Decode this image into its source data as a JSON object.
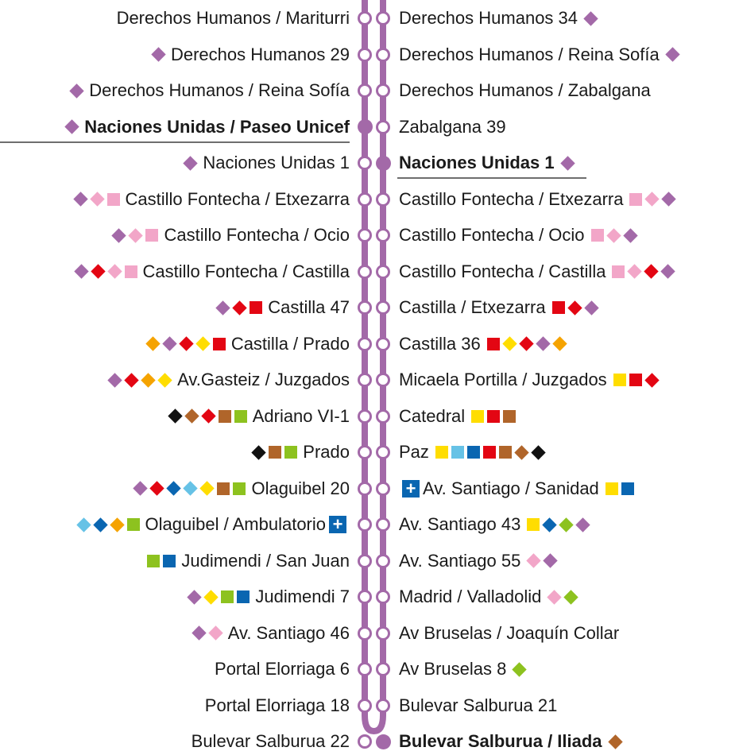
{
  "line_color": "#a369a8",
  "marker_colors": {
    "purple": "#a369a8",
    "pink": "#f2a6c8",
    "red": "#e30613",
    "orange": "#f5a300",
    "yellow": "#ffdd00",
    "green": "#8dc21f",
    "blue": "#0a66b1",
    "skyblue": "#66c2e6",
    "brown": "#b0652a",
    "black": "#111111"
  },
  "left_stops": [
    {
      "name": "Derechos Humanos / Mariturri",
      "marks": []
    },
    {
      "name": "Derechos Humanos 29",
      "marks": [
        {
          "s": "d",
          "c": "purple"
        }
      ]
    },
    {
      "name": "Derechos Humanos / Reina Sofía",
      "marks": [
        {
          "s": "d",
          "c": "purple"
        }
      ]
    },
    {
      "name": "Naciones Unidas / Paseo Unicef",
      "bold": true,
      "marks": [
        {
          "s": "d",
          "c": "purple"
        }
      ]
    },
    {
      "name": "Naciones Unidas 1",
      "marks": [
        {
          "s": "d",
          "c": "purple"
        }
      ]
    },
    {
      "name": "Castillo Fontecha / Etxezarra",
      "marks": [
        {
          "s": "d",
          "c": "purple"
        },
        {
          "s": "d",
          "c": "pink"
        },
        {
          "s": "q",
          "c": "pink"
        }
      ]
    },
    {
      "name": "Castillo Fontecha / Ocio",
      "marks": [
        {
          "s": "d",
          "c": "purple"
        },
        {
          "s": "d",
          "c": "pink"
        },
        {
          "s": "q",
          "c": "pink"
        }
      ]
    },
    {
      "name": "Castillo Fontecha / Castilla",
      "marks": [
        {
          "s": "d",
          "c": "purple"
        },
        {
          "s": "d",
          "c": "red"
        },
        {
          "s": "d",
          "c": "pink"
        },
        {
          "s": "q",
          "c": "pink"
        }
      ]
    },
    {
      "name": "Castilla 47",
      "marks": [
        {
          "s": "d",
          "c": "purple"
        },
        {
          "s": "d",
          "c": "red"
        },
        {
          "s": "q",
          "c": "red"
        }
      ]
    },
    {
      "name": "Castilla / Prado",
      "marks": [
        {
          "s": "d",
          "c": "orange"
        },
        {
          "s": "d",
          "c": "purple"
        },
        {
          "s": "d",
          "c": "red"
        },
        {
          "s": "d",
          "c": "yellow"
        },
        {
          "s": "q",
          "c": "red"
        }
      ]
    },
    {
      "name": "Av.Gasteiz / Juzgados",
      "marks": [
        {
          "s": "d",
          "c": "purple"
        },
        {
          "s": "d",
          "c": "red"
        },
        {
          "s": "d",
          "c": "orange"
        },
        {
          "s": "d",
          "c": "yellow"
        }
      ]
    },
    {
      "name": "Adriano VI-1",
      "marks": [
        {
          "s": "d",
          "c": "black"
        },
        {
          "s": "d",
          "c": "brown"
        },
        {
          "s": "d",
          "c": "red"
        },
        {
          "s": "q",
          "c": "brown"
        },
        {
          "s": "q",
          "c": "green"
        }
      ]
    },
    {
      "name": "Prado",
      "marks": [
        {
          "s": "d",
          "c": "black"
        },
        {
          "s": "q",
          "c": "brown"
        },
        {
          "s": "q",
          "c": "green"
        }
      ]
    },
    {
      "name": "Olaguibel 20",
      "marks": [
        {
          "s": "d",
          "c": "purple"
        },
        {
          "s": "d",
          "c": "red"
        },
        {
          "s": "d",
          "c": "blue"
        },
        {
          "s": "d",
          "c": "skyblue"
        },
        {
          "s": "d",
          "c": "yellow"
        },
        {
          "s": "q",
          "c": "brown"
        },
        {
          "s": "q",
          "c": "green"
        }
      ]
    },
    {
      "name": "Olaguibel / Ambulatorio",
      "hospital": true,
      "marks": [
        {
          "s": "d",
          "c": "skyblue"
        },
        {
          "s": "d",
          "c": "blue"
        },
        {
          "s": "d",
          "c": "orange"
        },
        {
          "s": "q",
          "c": "green"
        }
      ]
    },
    {
      "name": "Judimendi / San Juan",
      "marks": [
        {
          "s": "q",
          "c": "green"
        },
        {
          "s": "q",
          "c": "blue"
        }
      ]
    },
    {
      "name": "Judimendi 7",
      "marks": [
        {
          "s": "d",
          "c": "purple"
        },
        {
          "s": "d",
          "c": "yellow"
        },
        {
          "s": "q",
          "c": "green"
        },
        {
          "s": "q",
          "c": "blue"
        }
      ]
    },
    {
      "name": "Av. Santiago 46",
      "marks": [
        {
          "s": "d",
          "c": "purple"
        },
        {
          "s": "d",
          "c": "pink"
        }
      ]
    },
    {
      "name": "Portal Elorriaga 6",
      "marks": []
    },
    {
      "name": "Portal Elorriaga 18",
      "marks": []
    },
    {
      "name": "Bulevar Salburua 22",
      "marks": []
    }
  ],
  "right_stops": [
    {
      "name": "Derechos Humanos 34",
      "marks": [
        {
          "s": "d",
          "c": "purple"
        }
      ]
    },
    {
      "name": "Derechos Humanos / Reina Sofía",
      "marks": [
        {
          "s": "d",
          "c": "purple"
        }
      ]
    },
    {
      "name": "Derechos Humanos / Zabalgana",
      "marks": []
    },
    {
      "name": "Zabalgana 39",
      "marks": []
    },
    {
      "name": "Naciones Unidas 1",
      "bold": true,
      "marks": [
        {
          "s": "d",
          "c": "purple"
        }
      ]
    },
    {
      "name": "Castillo Fontecha / Etxezarra",
      "marks": [
        {
          "s": "q",
          "c": "pink"
        },
        {
          "s": "d",
          "c": "pink"
        },
        {
          "s": "d",
          "c": "purple"
        }
      ]
    },
    {
      "name": "Castillo Fontecha / Ocio",
      "marks": [
        {
          "s": "q",
          "c": "pink"
        },
        {
          "s": "d",
          "c": "pink"
        },
        {
          "s": "d",
          "c": "purple"
        }
      ]
    },
    {
      "name": "Castillo Fontecha / Castilla",
      "marks": [
        {
          "s": "q",
          "c": "pink"
        },
        {
          "s": "d",
          "c": "pink"
        },
        {
          "s": "d",
          "c": "red"
        },
        {
          "s": "d",
          "c": "purple"
        }
      ]
    },
    {
      "name": "Castilla / Etxezarra",
      "marks": [
        {
          "s": "q",
          "c": "red"
        },
        {
          "s": "d",
          "c": "red"
        },
        {
          "s": "d",
          "c": "purple"
        }
      ]
    },
    {
      "name": "Castilla 36",
      "marks": [
        {
          "s": "q",
          "c": "red"
        },
        {
          "s": "d",
          "c": "yellow"
        },
        {
          "s": "d",
          "c": "red"
        },
        {
          "s": "d",
          "c": "purple"
        },
        {
          "s": "d",
          "c": "orange"
        }
      ]
    },
    {
      "name": "Micaela Portilla / Juzgados",
      "marks": [
        {
          "s": "q",
          "c": "yellow"
        },
        {
          "s": "q",
          "c": "red"
        },
        {
          "s": "d",
          "c": "red"
        }
      ]
    },
    {
      "name": "Catedral",
      "marks": [
        {
          "s": "q",
          "c": "yellow"
        },
        {
          "s": "q",
          "c": "red"
        },
        {
          "s": "q",
          "c": "brown"
        }
      ]
    },
    {
      "name": "Paz",
      "marks": [
        {
          "s": "q",
          "c": "yellow"
        },
        {
          "s": "q",
          "c": "skyblue"
        },
        {
          "s": "q",
          "c": "blue"
        },
        {
          "s": "q",
          "c": "red"
        },
        {
          "s": "q",
          "c": "brown"
        },
        {
          "s": "d",
          "c": "brown"
        },
        {
          "s": "d",
          "c": "black"
        }
      ]
    },
    {
      "name": "Av. Santiago / Sanidad",
      "hospital": true,
      "marks": [
        {
          "s": "q",
          "c": "yellow"
        },
        {
          "s": "q",
          "c": "blue"
        }
      ]
    },
    {
      "name": "Av. Santiago 43",
      "marks": [
        {
          "s": "q",
          "c": "yellow"
        },
        {
          "s": "d",
          "c": "blue"
        },
        {
          "s": "d",
          "c": "green"
        },
        {
          "s": "d",
          "c": "purple"
        }
      ]
    },
    {
      "name": "Av. Santiago 55",
      "marks": [
        {
          "s": "d",
          "c": "pink"
        },
        {
          "s": "d",
          "c": "purple"
        }
      ]
    },
    {
      "name": "Madrid / Valladolid",
      "marks": [
        {
          "s": "d",
          "c": "pink"
        },
        {
          "s": "d",
          "c": "green"
        }
      ]
    },
    {
      "name": "Av Bruselas / Joaquín Collar",
      "marks": []
    },
    {
      "name": "Av Bruselas 8",
      "marks": [
        {
          "s": "d",
          "c": "green"
        }
      ]
    },
    {
      "name": "Bulevar Salburua 21",
      "marks": []
    },
    {
      "name": "Bulevar Salburua / Iliada",
      "bold": true,
      "marks": [
        {
          "s": "d",
          "c": "brown"
        }
      ]
    }
  ],
  "hospital_symbol": "+"
}
